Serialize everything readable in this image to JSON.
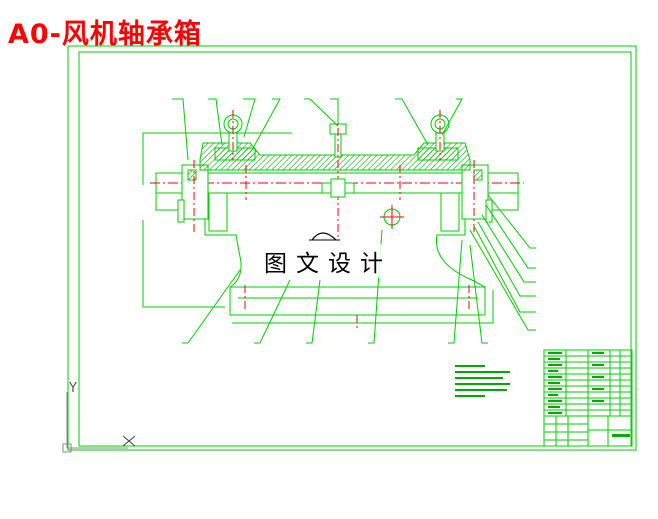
{
  "title": "A0-风机轴承箱",
  "watermark": "图文设计",
  "colors": {
    "title": "#ff0000",
    "outline": "#00cc00",
    "hatch": "#00aa00",
    "dims": "#ff0000",
    "metal": "#ffffff"
  },
  "icons": {
    "ucs": "ucs-axis-icon",
    "crosshair": "crosshair-cursor-icon"
  },
  "ucs_label": "Y"
}
